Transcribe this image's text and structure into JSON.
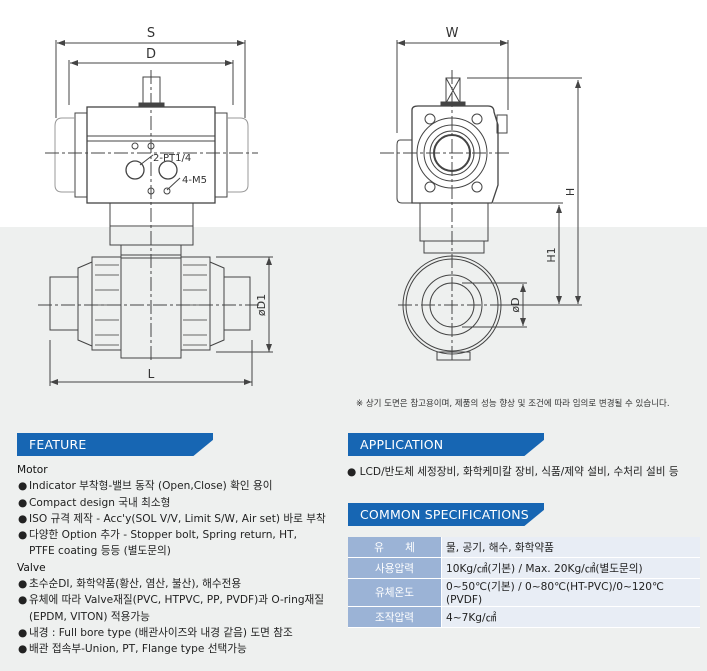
{
  "drawing": {
    "front_labels": {
      "s": "S",
      "d": "D",
      "port": "2-PT1/4",
      "bolt": "4-M5",
      "l": "L",
      "d1": "øD1"
    },
    "side_labels": {
      "w": "W",
      "h": "H",
      "h1": "H1",
      "d": "øD"
    }
  },
  "note": "※ 상기 도면은 참고용이며, 제품의 성능 향상 및 조건에 따라 임의로 변경될 수 있습니다.",
  "feature": {
    "title": "FEATURE",
    "motor_title": "Motor",
    "motor_items": [
      "Indicator 부착형-밸브 동작 (Open,Close) 확인 용이",
      "Compact design 국내 최소형",
      "ISO 규격 제작 - Acc'y(SOL V/V, Limit S/W, Air set) 바로 부착",
      "다양한 Option 추가 - Stopper bolt, Spring return, HT,",
      "PTFE coating 등등 (별도문의)"
    ],
    "valve_title": "Valve",
    "valve_items": [
      "초수순DI, 화학약품(황산, 염산, 불산), 해수전용",
      "유체에 따라 Valve재질(PVC, HTPVC, PP, PVDF)과 O-ring재질",
      "(EPDM, VITON) 적용가능",
      "내경 : Full bore type (배관사이즈와 내경 같음) 도면 참조",
      "배관 접속부-Union, PT, Flange type 선택가능"
    ]
  },
  "application": {
    "title": "APPLICATION",
    "items": [
      "LCD/반도체 세정장비, 화학케미칼 장비, 식품/제약 설비, 수처리 설비 등"
    ]
  },
  "specs": {
    "title": "COMMON SPECIFICATIONS",
    "rows": [
      {
        "label": "유　　체",
        "value": "물, 공기, 해수, 화학약품"
      },
      {
        "label": "사용압력",
        "value": "10Kg/㎠(기본) / Max. 20Kg/㎠(별도문의)"
      },
      {
        "label": "유체온도",
        "value": "0~50℃(기본) / 0~80℃(HT-PVC)/0~120℃(PVDF)"
      },
      {
        "label": "조작압력",
        "value": "4~7Kg/㎠"
      }
    ]
  },
  "colors": {
    "header_blue": "#1766b3",
    "table_label": "#9bb3d6",
    "table_value": "#e8edf5",
    "gray_bg": "#eef0ef"
  }
}
